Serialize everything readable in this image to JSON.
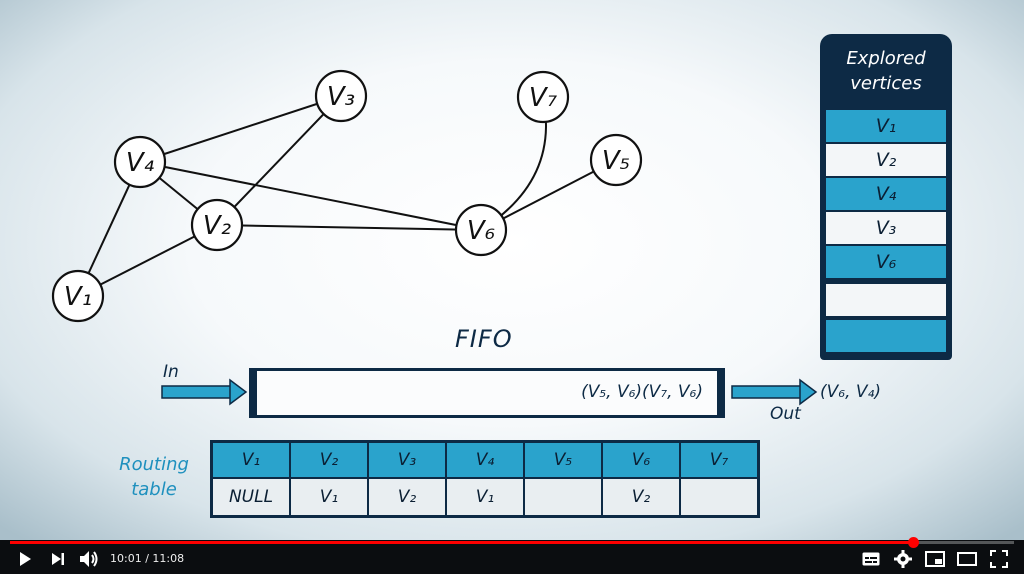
{
  "graph": {
    "nodes": [
      {
        "id": "V1",
        "label": "V₁"
      },
      {
        "id": "V2",
        "label": "V₂"
      },
      {
        "id": "V3",
        "label": "V₃"
      },
      {
        "id": "V4",
        "label": "V₄"
      },
      {
        "id": "V5",
        "label": "V₅"
      },
      {
        "id": "V6",
        "label": "V₆"
      },
      {
        "id": "V7",
        "label": "V₇"
      }
    ],
    "edges": [
      [
        "V1",
        "V4"
      ],
      [
        "V1",
        "V2"
      ],
      [
        "V4",
        "V2"
      ],
      [
        "V4",
        "V3"
      ],
      [
        "V2",
        "V3"
      ],
      [
        "V4",
        "V6"
      ],
      [
        "V2",
        "V6"
      ],
      [
        "V6",
        "V7"
      ],
      [
        "V6",
        "V5"
      ]
    ]
  },
  "explored": {
    "title_line1": "Explored",
    "title_line2": "vertices",
    "cells": [
      "V₁",
      "V₂",
      "V₄",
      "V₃",
      "V₆",
      "",
      ""
    ]
  },
  "fifo": {
    "title": "FIFO",
    "in_label": "In",
    "out_label": "Out",
    "contents": "(V₅, V₆)(V₇, V₆)",
    "dequeued": "(V₆, V₄)"
  },
  "routing": {
    "label_line1": "Routing",
    "label_line2": "table",
    "headers": [
      "V₁",
      "V₂",
      "V₃",
      "V₄",
      "V₅",
      "V₆",
      "V₇"
    ],
    "values": [
      "NULL",
      "V₁",
      "V₂",
      "V₁",
      "",
      "V₂",
      ""
    ]
  },
  "player": {
    "current_time": "10:01",
    "duration": "11:08",
    "time_text": "10:01 / 11:08",
    "progress": 0.899,
    "icons": [
      "play-icon",
      "next-icon",
      "volume-icon",
      "subtitles-icon",
      "settings-icon",
      "miniplayer-icon",
      "theater-icon",
      "fullscreen-icon"
    ],
    "accent": "#ff0000"
  },
  "colors": {
    "table_blue": "#2aa3cc",
    "navy": "#0d2a45",
    "routing_label": "#1e90be"
  }
}
